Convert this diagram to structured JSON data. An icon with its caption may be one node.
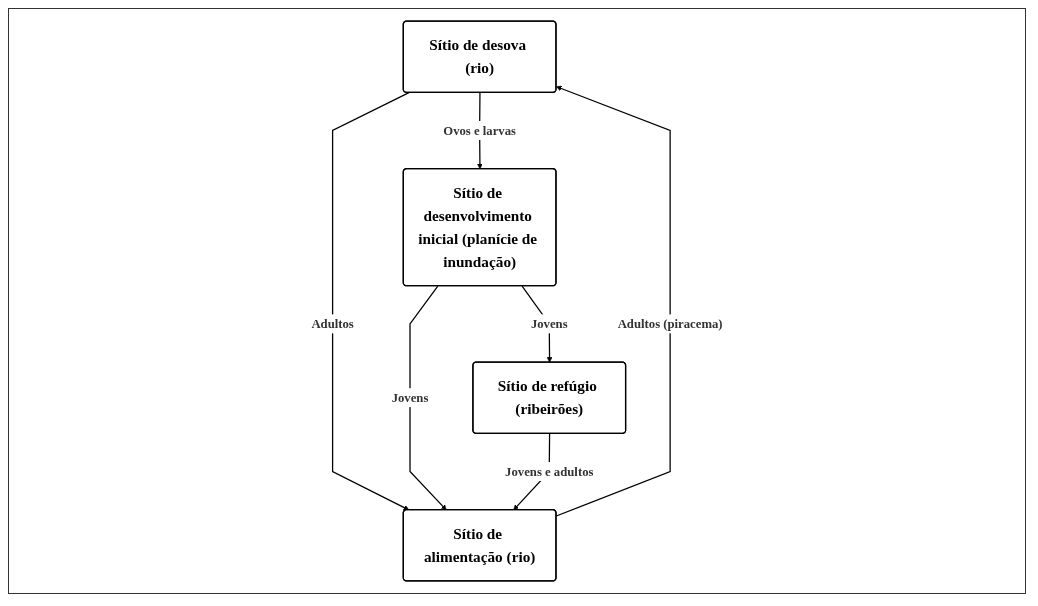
{
  "diagram": {
    "nodes": [
      {
        "text": [
          "Sítio de desova (rio)"
        ]
      },
      {
        "text": [
          "Sítio de desenvolvimento inicial (planície de inundação)"
        ]
      },
      {
        "text": [
          "Sítio de alimentação (rio)"
        ]
      },
      {
        "text": [
          "Sítio de refúgio (ribeirões)"
        ]
      }
    ],
    "edges": [
      {
        "from": 0,
        "to": 1,
        "arrow": "to",
        "label": "Ovos e larvas"
      },
      {
        "from": 0,
        "to": 2,
        "arrow": "to",
        "label": "Adultos"
      },
      {
        "from": 1,
        "to": 2,
        "arrow": "to",
        "label": "Jovens"
      },
      {
        "from": 1,
        "to": 3,
        "arrow": "to",
        "label": "Jovens"
      },
      {
        "from": 3,
        "to": 2,
        "arrow": "to",
        "label": "Jovens e adultos"
      },
      {
        "from": 2,
        "to": 0,
        "arrow": "to",
        "label": "Adultos (piracema)"
      }
    ]
  }
}
